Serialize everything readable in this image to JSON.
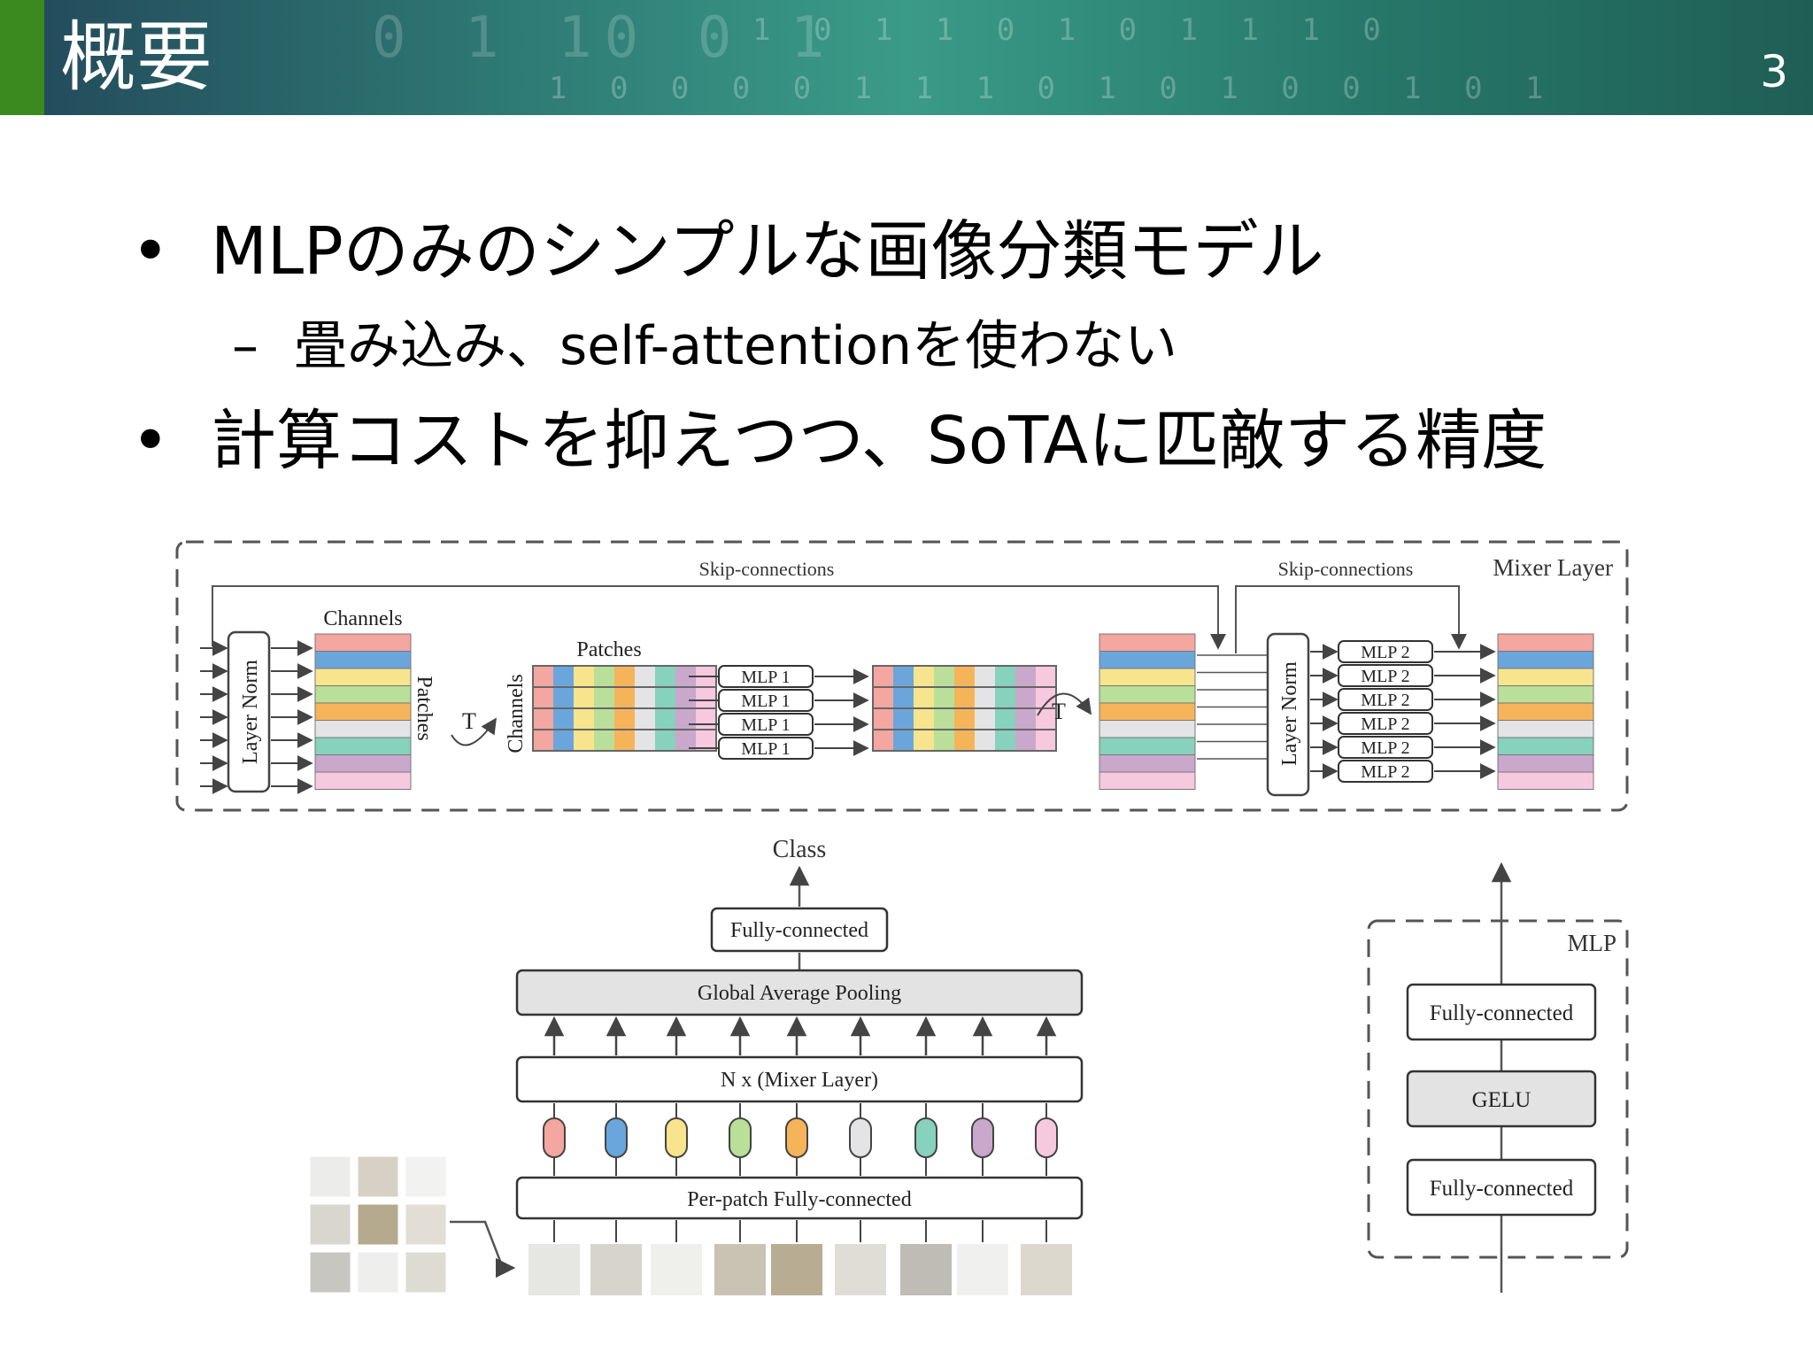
{
  "header": {
    "title": "概要",
    "page_number": "3",
    "accent_color": "#3a8a1e"
  },
  "bullets": [
    {
      "level": 1,
      "marker": "•",
      "text": "MLPのみのシンプルな画像分類モデル"
    },
    {
      "level": 2,
      "marker": "–",
      "text": "畳み込み、self-attentionを使わない"
    },
    {
      "level": 1,
      "marker": "•",
      "text": "計算コストを抑えつつ、SoTAに匹敵する精度"
    }
  ],
  "diagram": {
    "mixer_layer": {
      "title": "Mixer Layer",
      "skip_label": "Skip-connections",
      "layer_norm": "Layer Norm",
      "channels_label": "Channels",
      "patches_label": "Patches",
      "transpose": "T",
      "mlp1_labels": [
        "MLP 1",
        "MLP 1",
        "MLP 1",
        "MLP 1"
      ],
      "mlp2_labels": [
        "MLP 2",
        "MLP 2",
        "MLP 2",
        "MLP 2",
        "MLP 2",
        "MLP 2"
      ]
    },
    "main": {
      "class_label": "Class",
      "fully_connected": "Fully-connected",
      "global_pooling": "Global Average Pooling",
      "mixer_stack": "N x (Mixer Layer)",
      "per_patch": "Per-patch Fully-connected"
    },
    "mlp_block": {
      "title": "MLP",
      "layers": [
        "Fully-connected",
        "GELU",
        "Fully-connected"
      ]
    },
    "patch_colors": [
      "#f4a6a0",
      "#6aa6dc",
      "#f7e48c",
      "#b9df98",
      "#f6b45a",
      "#e4e4e6",
      "#86d2bc",
      "#c9a8cc",
      "#f7c9de"
    ]
  }
}
